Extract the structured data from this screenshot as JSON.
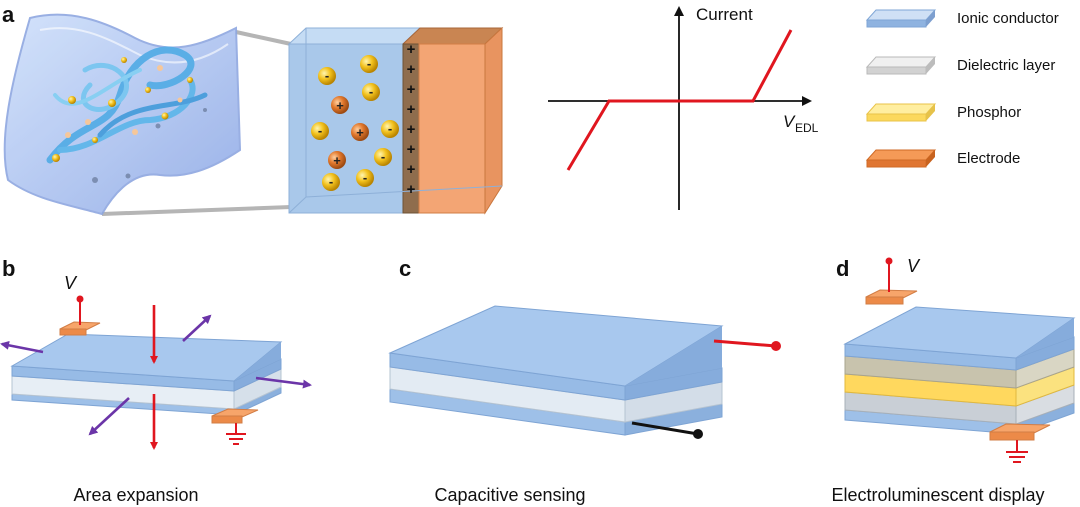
{
  "panels": {
    "a": {
      "label": "a"
    },
    "b": {
      "label": "b",
      "caption": "Area expansion",
      "voltage": "V"
    },
    "c": {
      "label": "c",
      "caption": "Capacitive sensing"
    },
    "d": {
      "label": "d",
      "caption": "Electroluminescent display",
      "voltage": "V"
    }
  },
  "ions": {
    "negative": "-",
    "positive": "+"
  },
  "graph": {
    "y_label": "Current",
    "x_label_main": "V",
    "x_label_sub": "EDL"
  },
  "legend": [
    {
      "label": "Ionic conductor",
      "color": "#a9c8ea",
      "edge": "#7fa6d6"
    },
    {
      "label": "Dielectric layer",
      "color": "#e3e3e3",
      "edge": "#b9b9b9"
    },
    {
      "label": "Phosphor",
      "color": "#ffe27a",
      "edge": "#e9c349"
    },
    {
      "label": "Electrode",
      "color": "#f08a44",
      "edge": "#cf6a26"
    }
  ],
  "colors": {
    "ionic": "#a9c8ea",
    "dielectric": "#dfe7ef",
    "phosphor": "#ffd85e",
    "electrode": "#f29a5a",
    "arrow_red": "#e0161f",
    "arrow_purple": "#6b35a8",
    "curve": "#e0161f"
  }
}
